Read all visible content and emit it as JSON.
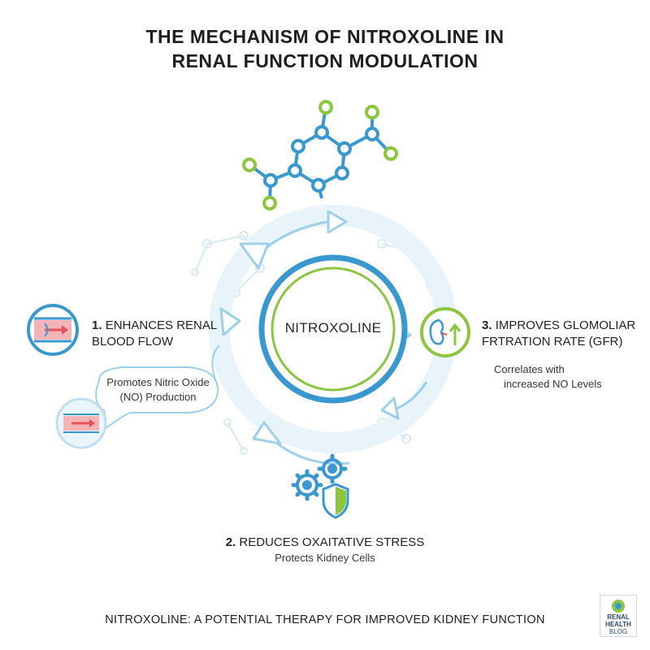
{
  "title": {
    "line1": "THE MECHANISM OF NITROXOLINE IN",
    "line2": "RENAL FUNCTION MODULATION"
  },
  "center": {
    "label": "NITROXOLINE"
  },
  "step1": {
    "number": "1.",
    "line1": "ENHANCES RENAL",
    "line2": "BLOOD FLOW",
    "bubble_line1": "Promotes Nitric Oxide",
    "bubble_line2": "(NO) Production"
  },
  "step2": {
    "number": "2.",
    "label": "REDUCES OXAITATIVE STRESS",
    "sub": "Protects Kidney Cells"
  },
  "step3": {
    "number": "3.",
    "line1": "IMPROVES GLOMOLIAR",
    "line2": "FRTRATION RATE (GFR)",
    "sub1": "Correlates with",
    "sub2": "increased NO Levels"
  },
  "footer": "NITROXOLINE: A POTENTIAL THERAPY FOR IMPROVED KIDNEY FUNCTION",
  "logo": {
    "line1": "RENAL",
    "line2": "HEALTH",
    "line3": "BLOG"
  },
  "icons": {
    "molecule": "molecule-icon",
    "vessel": "blood-vessel-icon",
    "kidney": "kidney-arrow-icon",
    "gears": "gears-icon",
    "shield": "shield-icon"
  },
  "colors": {
    "blue": "#3a98d0",
    "light_blue": "#bfe0f0",
    "green": "#8cc63f",
    "red": "#e8505a"
  }
}
